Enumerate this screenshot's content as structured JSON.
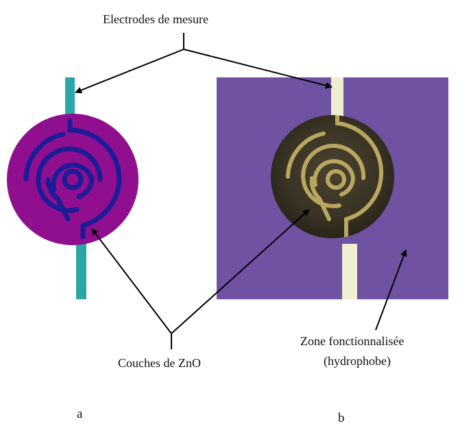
{
  "labels": {
    "electrodes": "Electrodes de mesure",
    "couches": "Couches de ZnO",
    "zone_line1": "Zone fonctionnalisée",
    "zone_line2": "(hydrophobe)",
    "panel_a": "a",
    "panel_b": "b"
  },
  "colors": {
    "schematic_electrode_teal": "#2aa6a6",
    "schematic_disc_magenta": "#8f0f8f",
    "schematic_spiral_navy": "#1c1c98",
    "photo_background_purple": "#7052a2",
    "photo_disc_dark": "#3b3425",
    "photo_trace_gold": "#b9a760",
    "photo_electrode_cream": "#eeeed0"
  }
}
